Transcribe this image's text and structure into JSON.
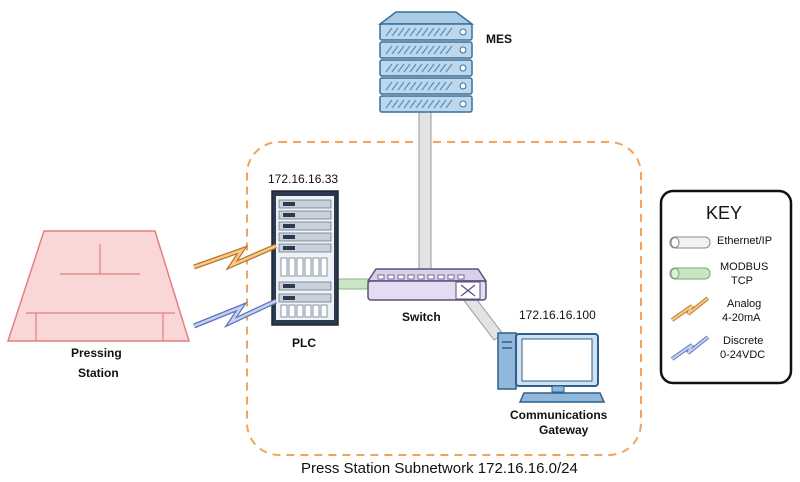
{
  "nodes": {
    "mes": "MES",
    "plc": "PLC",
    "plc_ip": "172.16.16.33",
    "switch": "Switch",
    "gateway_line1": "Communications",
    "gateway_line2": "Gateway",
    "gateway_ip": "172.16.16.100",
    "station_line1": "Pressing",
    "station_line2": "Station"
  },
  "subnet_label": "Press Station Subnetwork 172.16.16.0/24",
  "key": {
    "title": "KEY",
    "items": [
      {
        "label": "Ethernet/IP",
        "icon": "ethernet-cable-icon"
      },
      {
        "label_line1": "MODBUS",
        "label_line2": "TCP",
        "icon": "modbus-cable-icon"
      },
      {
        "label_line1": "Analog",
        "label_line2": "4-20mA",
        "icon": "analog-zigzag-icon"
      },
      {
        "label_line1": "Discrete",
        "label_line2": "0-24VDC",
        "icon": "discrete-zigzag-icon"
      }
    ]
  },
  "colors": {
    "server_blue": "#7fb0d6",
    "rack_dark": "#2b3a50",
    "subnet_orange": "#f3a35a",
    "ethernet": "#d8d8d8",
    "modbus": "#c9e6c2",
    "analog": "#e0a050",
    "discrete": "#8ea6de",
    "station_fill": "#f9d7d7",
    "station_line": "#e37f7f",
    "switch_fill": "#e4dcf1"
  }
}
